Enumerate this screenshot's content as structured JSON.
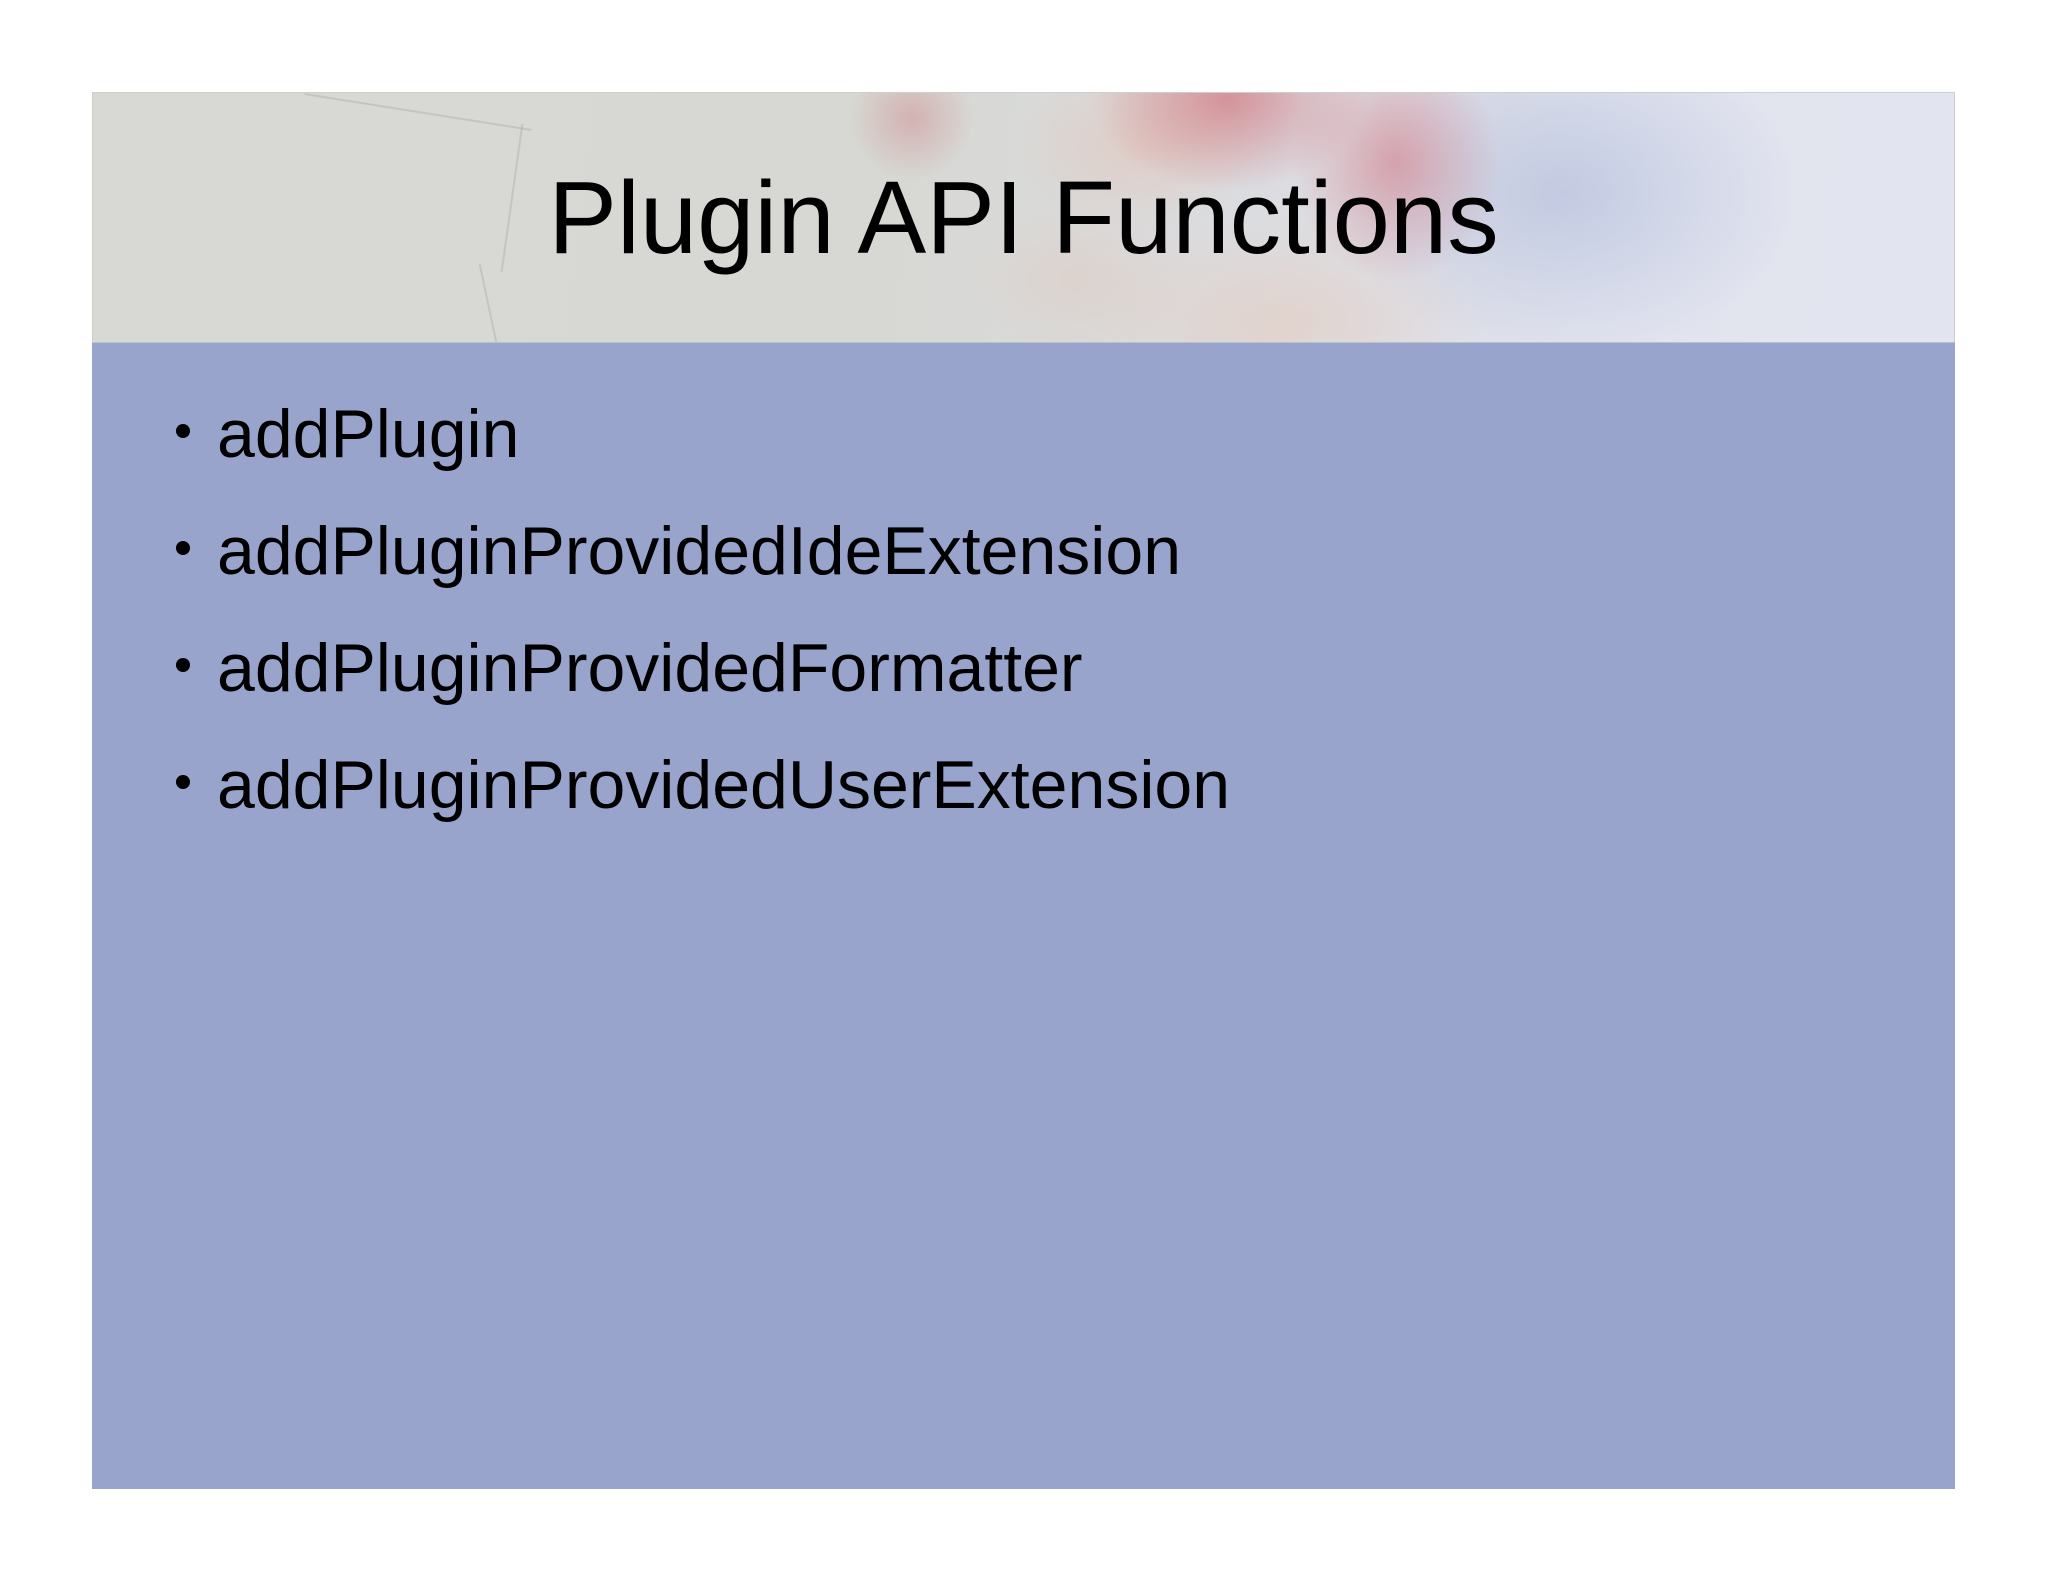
{
  "slide": {
    "title": "Plugin API Functions",
    "bullets": [
      "addPlugin",
      "addPluginProvidedIdeExtension",
      "addPluginProvidedFormatter",
      "addPluginProvidedUserExtension"
    ]
  },
  "colors": {
    "page_background": "#ffffff",
    "body_background": "#99a4cc",
    "header_background": "#d9dad6",
    "header_accent_red": "#cd4b55",
    "header_accent_denim": "#9eadd4",
    "text": "#000000"
  }
}
